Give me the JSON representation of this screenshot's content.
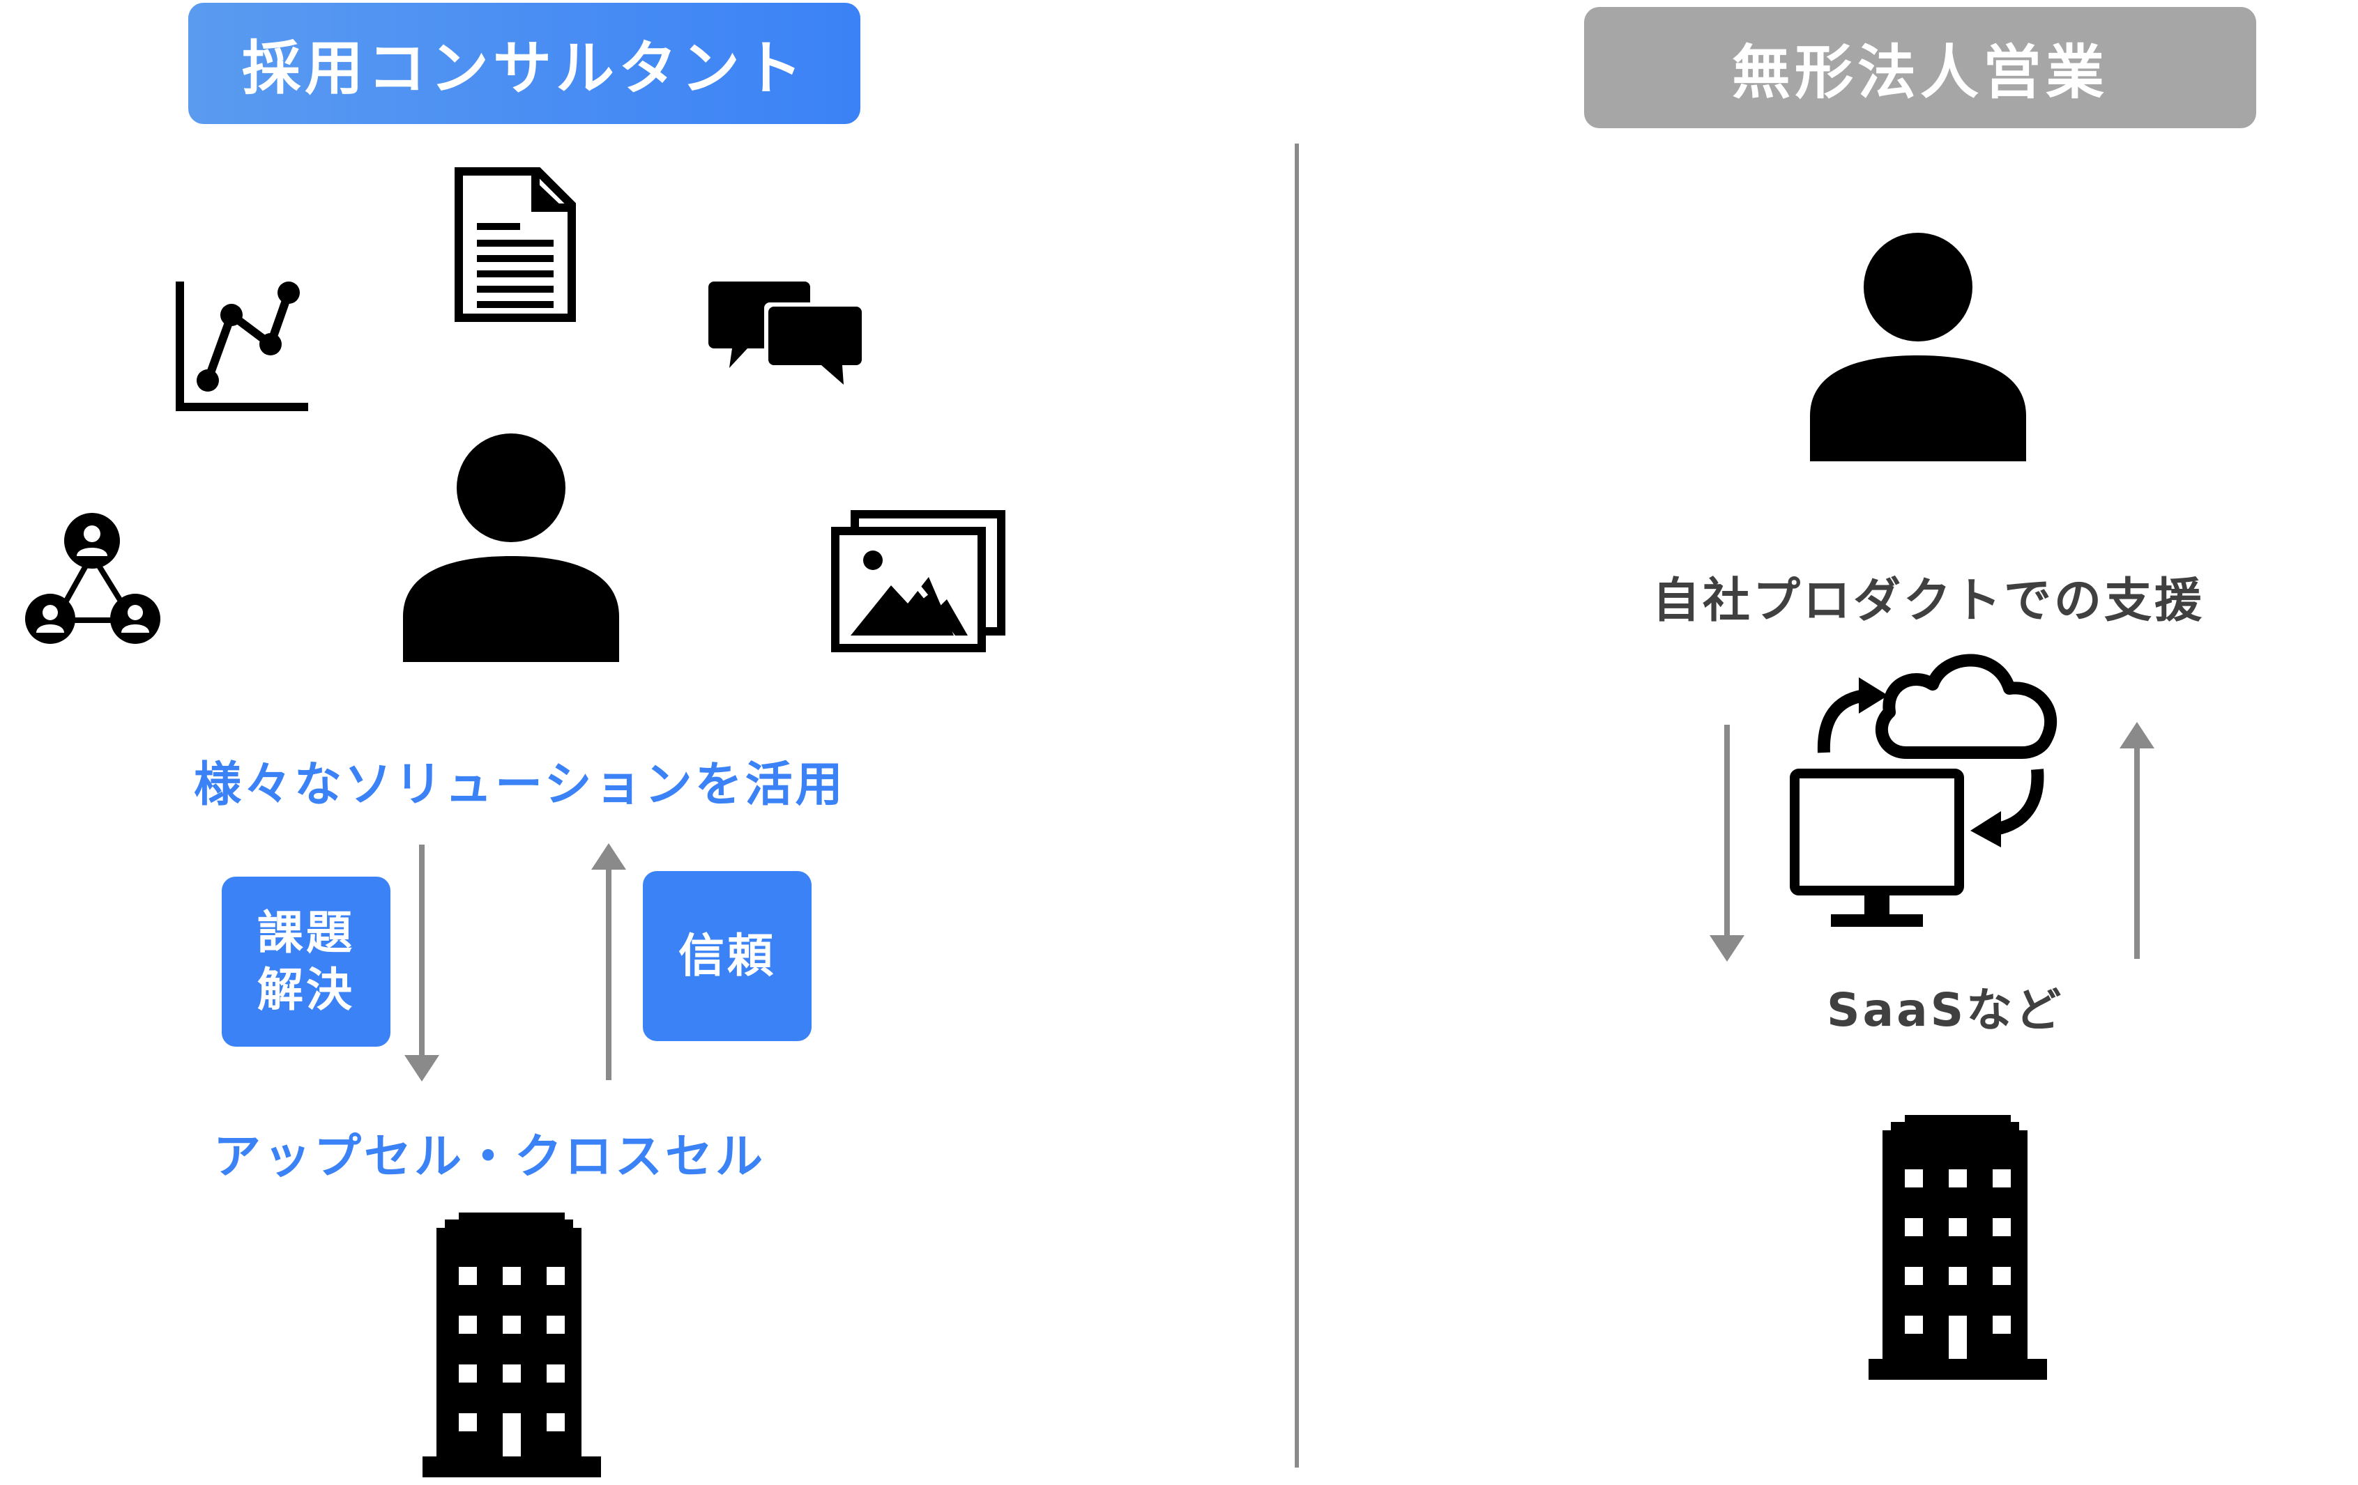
{
  "left_panel": {
    "title": "採用コンサルタント",
    "accent_color": "#3b82f6",
    "solutions_label": "様々なソリューションを活用",
    "problem_box_line1": "課題",
    "problem_box_line2": "解決",
    "trust_box": "信頼",
    "bottom_label": "アップセル・クロスセル",
    "icons": [
      "line-chart-icon",
      "document-icon",
      "chat-bubbles-icon",
      "person-icon",
      "network-icon",
      "images-icon",
      "building-icon"
    ]
  },
  "right_panel": {
    "title": "無形法人営業",
    "title_color": "#a6a6a6",
    "support_label": "自社プロダクトでの支援",
    "saas_label": "SaaSなど",
    "icons": [
      "person-icon",
      "cloud-sync-icon",
      "monitor-icon",
      "building-icon"
    ]
  },
  "colors": {
    "arrow": "#8a8a8a",
    "icon": "#000000",
    "dark_text": "#404040"
  }
}
